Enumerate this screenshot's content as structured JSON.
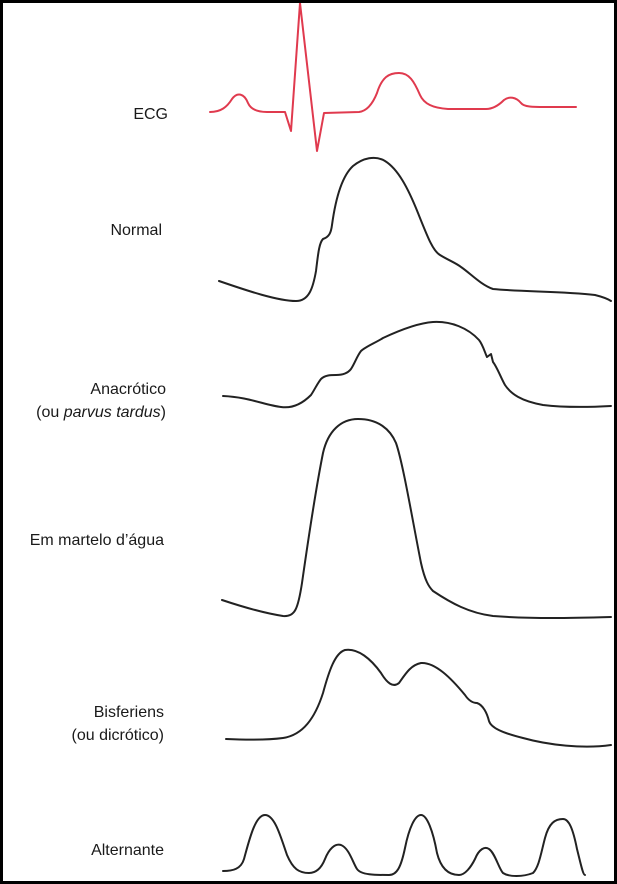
{
  "colors": {
    "ecg": "#e03a4e",
    "pulse": "#222222",
    "background": "#ffffff"
  },
  "labels": {
    "ecg": "ECG",
    "normal": "Normal",
    "anacrotic_1": "Anacrótico",
    "anacrotic_2_pre": "(ou ",
    "anacrotic_2_italic": "parvus tardus",
    "anacrotic_2_post": ")",
    "water_hammer": "Em martelo d’água",
    "bisferiens_1": "Bisferiens",
    "bisferiens_2": "(ou dicrótico)",
    "alternans": "Alternante"
  }
}
